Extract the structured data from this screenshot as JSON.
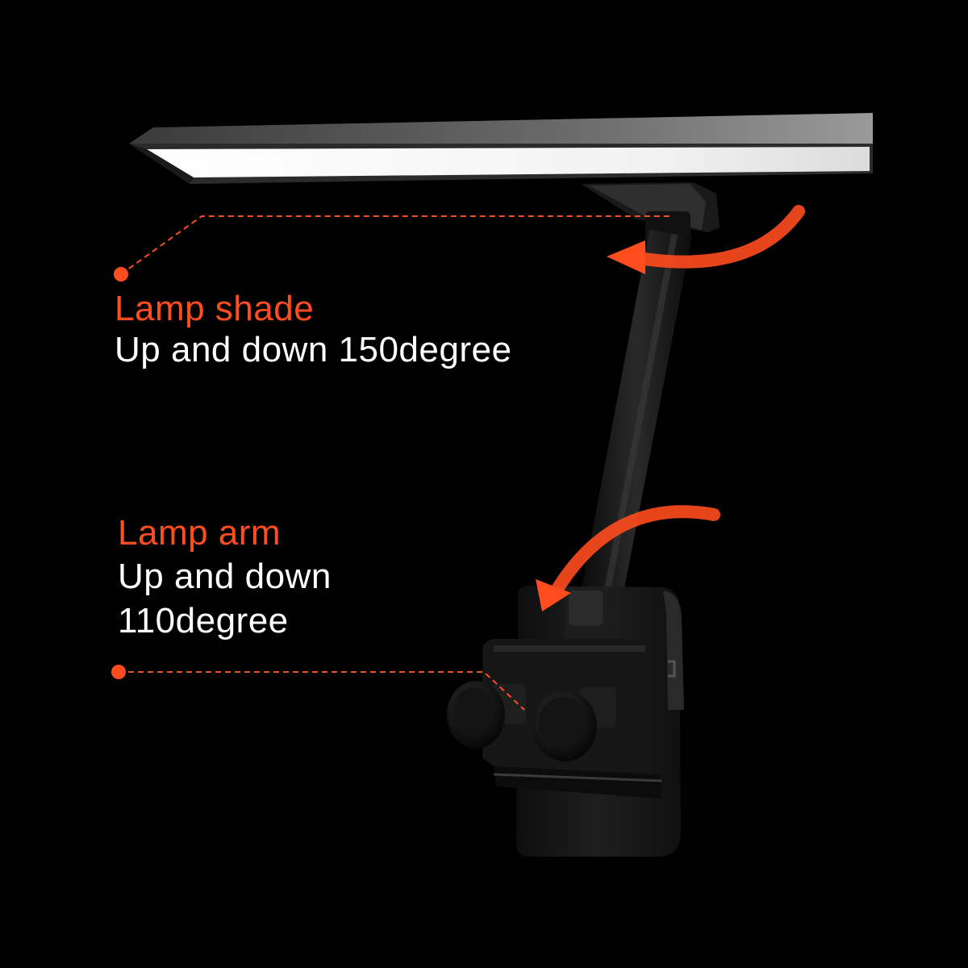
{
  "callouts": {
    "lamp_shade": {
      "title": "Lamp shade",
      "description": "Up and down 150degree"
    },
    "lamp_arm": {
      "title": "Lamp arm",
      "description_line1": "Up and down",
      "description_line2": "110degree"
    }
  },
  "colors": {
    "background": "#000000",
    "accent": "#ff4d1f",
    "text": "#ffffff"
  }
}
